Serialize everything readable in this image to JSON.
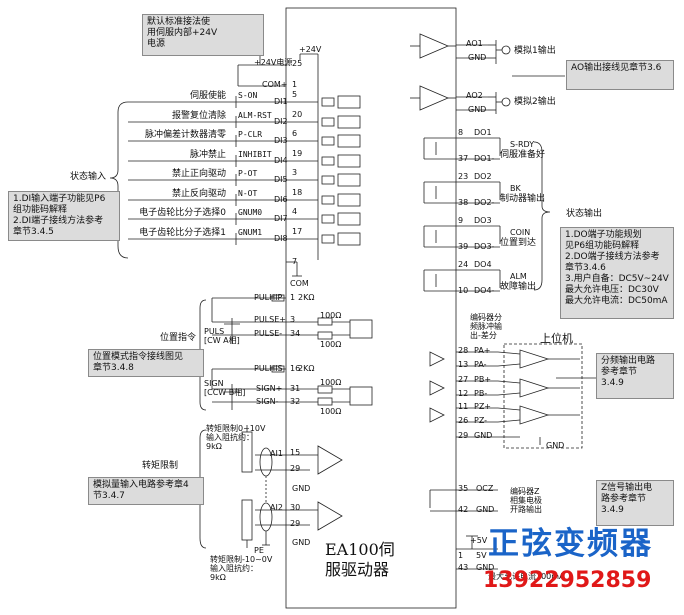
{
  "notes": {
    "top_left": "默认标准接法使\n用伺服内部+24V\n电源",
    "di_note": "1.DI输入端子功能见P6\n组功能码解释\n2.DI端子接线方法参考\n章节3.4.5",
    "pos_note": "位置模式指令接线图见\n章节3.4.8",
    "analog_note": "模拟量输入电路参考章4\n节3.4.7",
    "ao_note": "AO输出接线见章节3.6",
    "do_note": "1.DO端子功能规划\n见P6组功能码解释\n2.DO端子接线方法参考\n章节3.4.6\n3.用户自备：DC5V~24V\n最大允许电压：DC30V\n最大允许电流：DC50mA",
    "div_note": "分频输出电路\n参考章节\n3.4.9",
    "z_note": "Z信号输出电\n路参考章节\n3.4.9"
  },
  "device": {
    "name": "EA100伺\n服驱动器"
  },
  "labels": {
    "status_input": "状态输入",
    "status_output": "状态输出",
    "position_cmd": "位置指令",
    "torque_limit": "转矩限制",
    "plus24v_top": "+24V",
    "plus24v_supply": "+24V电源",
    "com_plus": "COM+",
    "com": "COM",
    "encoder_div": "编码器分\n频脉冲输\n出-差分",
    "host": "上位机",
    "z_collector": "编码器Z\n相集电极\n开路输出",
    "torque_top": "转矩限制0~10V\n输入阻抗约：\n9kΩ",
    "torque_bottom": "转矩限制-10~0V\n输入阻抗约：\n9kΩ",
    "pe": "PE",
    "plus5v": "+5V",
    "max_current": "最大允许电流200mA",
    "ao1_out": "模拟1输出",
    "ao2_out": "模拟2输出",
    "puls_cw": "PULS\n[CW A相]",
    "sign_ccw": "SIGN\n[CCW B相]",
    "r2k_1": "2KΩ",
    "r2k_2": "2KΩ",
    "r100_1": "100Ω",
    "r100_2": "100Ω",
    "r100_3": "100Ω",
    "r100_4": "100Ω",
    "ai1": "AI1",
    "ai2": "AI2",
    "gnd": "GND"
  },
  "di_inputs": [
    {
      "func": "伺服使能",
      "sig": "S-ON",
      "term": "DI1",
      "pin": "5"
    },
    {
      "func": "报警复位清除",
      "sig": "ALM-RST",
      "term": "DI2",
      "pin": "20"
    },
    {
      "func": "脉冲偏差计数器清零",
      "sig": "P-CLR",
      "term": "DI3",
      "pin": "6"
    },
    {
      "func": "脉冲禁止",
      "sig": "INHIBIT",
      "term": "DI4",
      "pin": "19"
    },
    {
      "func": "禁止正向驱动",
      "sig": "P-OT",
      "term": "DI5",
      "pin": "3"
    },
    {
      "func": "禁止反向驱动",
      "sig": "N-OT",
      "term": "DI6",
      "pin": "18"
    },
    {
      "func": "电子齿轮比分子选择0",
      "sig": "GNUM0",
      "term": "DI7",
      "pin": "4"
    },
    {
      "func": "电子齿轮比分子选择1",
      "sig": "GNUM1",
      "term": "DI8",
      "pin": "17"
    }
  ],
  "pins_misc": {
    "p25": "25",
    "p1": "1",
    "p7": "7",
    "pulhip": "PULHIP",
    "pulhip_pin": "1",
    "pulse_plus": "PULSE+",
    "pulse_plus_pin": "3",
    "pulse_minus": "PULSE-",
    "pulse_minus_pin": "34",
    "pulhis": "PULHIS",
    "pulhis_pin": "16",
    "sign_plus": "SIGN+",
    "sign_plus_pin": "31",
    "sign_minus": "SIGN-",
    "sign_minus_pin": "32",
    "ai1_pin": "15",
    "gnd1_pin": "29",
    "ai2_pin": "30",
    "gnd2_pin": "29",
    "ao1": "AO1",
    "gnd_a": "GND",
    "ao2": "AO2",
    "gnd_b": "GND",
    "pa_plus": "PA+",
    "pa_plus_pin": "28",
    "pa_minus": "PA-",
    "pa_minus_pin": "13",
    "pb_plus": "PB+",
    "pb_plus_pin": "27",
    "pb_minus": "PB-",
    "pb_minus_pin": "12",
    "pz_plus": "PZ+",
    "pz_plus_pin": "11",
    "pz_minus": "PZ-",
    "pz_minus_pin": "26",
    "gnd_enc": "GND",
    "gnd_enc_pin": "29",
    "ocz": "OCZ",
    "ocz_pin": "35",
    "gnd_z": "GND",
    "gnd_z_pin": "42",
    "p5v_pin": "5V",
    "p5v_num": "1",
    "gnd_5v": "GND",
    "gnd_5v_pin": "43"
  },
  "do_outputs": [
    {
      "pos": "DO1",
      "neg": "DO1-",
      "pin_pos": "8",
      "pin_neg": "37",
      "code": "S-RDY",
      "func": "伺服准备好"
    },
    {
      "pos": "DO2",
      "neg": "DO2-",
      "pin_pos": "23",
      "pin_neg": "38",
      "code": "BK",
      "func": "制动器输出"
    },
    {
      "pos": "DO3",
      "neg": "DO3-",
      "pin_pos": "9",
      "pin_neg": "39",
      "code": "COIN",
      "func": "位置到达"
    },
    {
      "pos": "DO4",
      "neg": "DO4-",
      "pin_pos": "24",
      "pin_neg": "10",
      "code": "ALM",
      "func": "故障输出"
    }
  ],
  "watermark": {
    "brand": "正弦变频器",
    "phone": "13922952859"
  }
}
